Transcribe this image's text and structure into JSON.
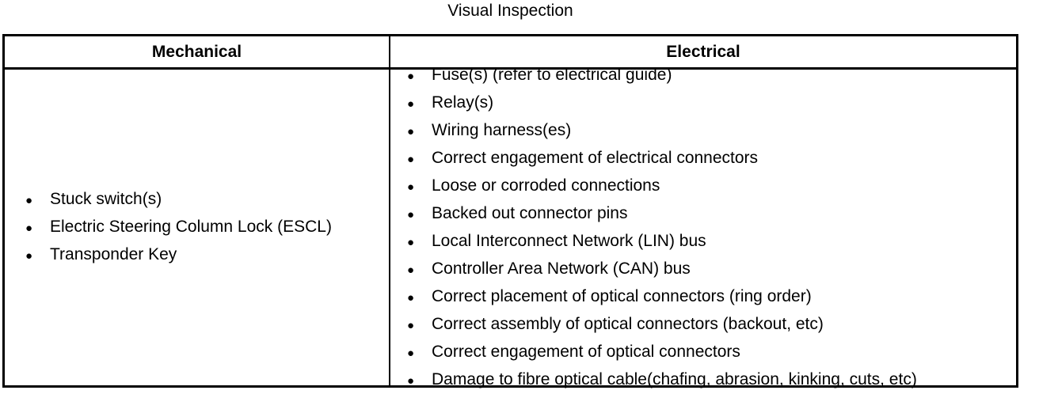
{
  "title": "Visual Inspection",
  "bullet_char": "●",
  "colors": {
    "border": "#000000",
    "text": "#000000",
    "background": "#ffffff"
  },
  "table": {
    "columns": [
      {
        "header": "Mechanical",
        "items": [
          "Stuck switch(s)",
          "Electric Steering Column Lock (ESCL)",
          "Transponder Key"
        ]
      },
      {
        "header": "Electrical",
        "items": [
          "Fuse(s) (refer to electrical guide)",
          "Relay(s)",
          "Wiring harness(es)",
          "Correct engagement of electrical connectors",
          "Loose or corroded connections",
          "Backed out connector pins",
          "Local Interconnect Network (LIN) bus",
          "Controller Area Network (CAN) bus",
          "Correct placement of optical connectors (ring order)",
          "Correct assembly of optical connectors (backout, etc)",
          "Correct engagement of optical connectors",
          "Damage to fibre optical cable(chafing, abrasion, kinking, cuts, etc)"
        ]
      }
    ]
  }
}
